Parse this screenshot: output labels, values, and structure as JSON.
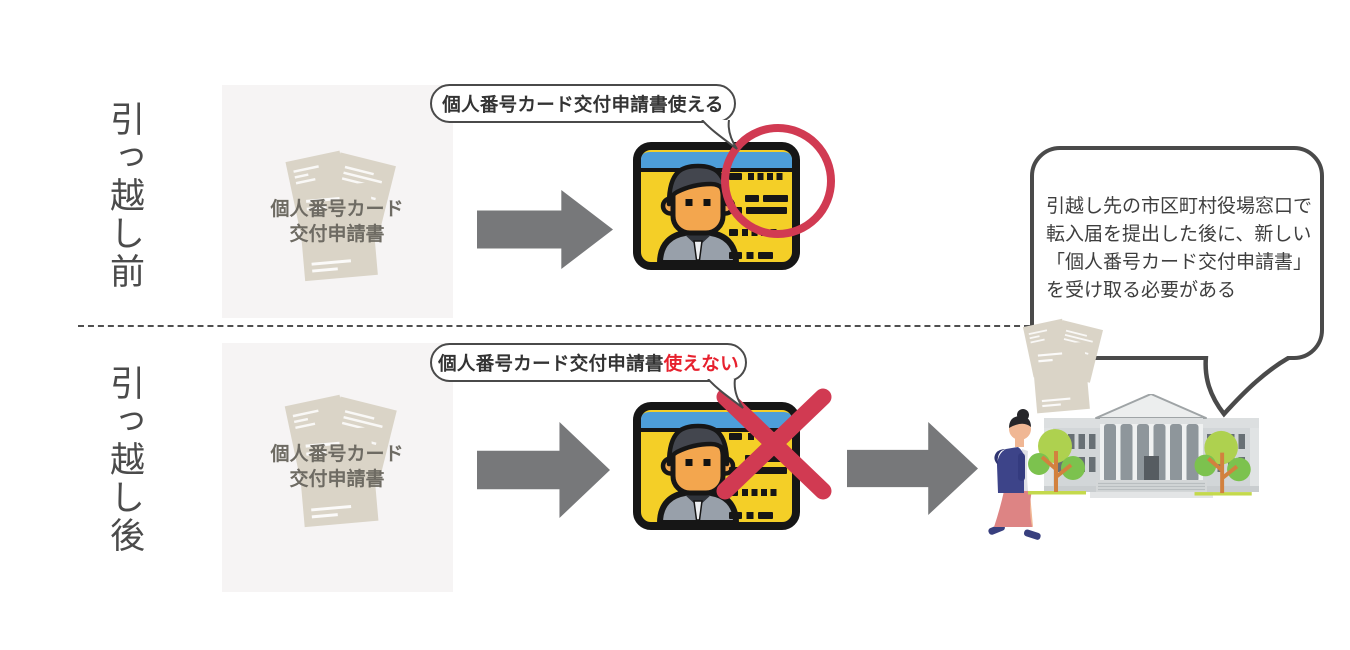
{
  "diagram_title": "",
  "rows": {
    "before": {
      "row_label": "引っ越し前",
      "docs_label": {
        "line1": "個人番号カード",
        "line2": "交付申請書"
      },
      "bubble_text": "個人番号カード交付申請書使える",
      "status": "usable"
    },
    "after": {
      "row_label": "引っ越し後",
      "docs_label": {
        "line1": "個人番号カード",
        "line2": "交付申請書"
      },
      "bubble_text_main": "個人番号カード交付申請書",
      "bubble_text_alert": "使えない",
      "status": "not-usable"
    }
  },
  "office_bubble": {
    "lines": [
      "引越し先の市区町村役場窓口で",
      "転入届を提出した後に、新しい",
      "「個人番号カード交付申請書」",
      "を受け取る必要がある"
    ]
  },
  "icons": {
    "documents-icon": "stack of beige application papers",
    "arrow-right-icon": "gray block arrow pointing right",
    "id-card-icon": "yellow my-number ID card with photo and blue header",
    "ok-circle-icon": "red circle = usable",
    "ng-cross-icon": "red cross = not usable",
    "walking-person-icon": "woman walking toward office",
    "government-building-icon": "municipal office building with columns",
    "tree-icon": "green tree",
    "speech-bubble": "rounded outline balloon"
  },
  "colors": {
    "ok_ng_red": "#d13a52",
    "alert_text_red": "#e7212e",
    "arrow_gray": "#77787a",
    "card_yellow": "#f4cf27",
    "card_blue": "#4d9ed9",
    "panel_gray": "#f6f4f4",
    "paper_beige": "#dad4c7",
    "bubble_border": "#4a4a4a"
  }
}
